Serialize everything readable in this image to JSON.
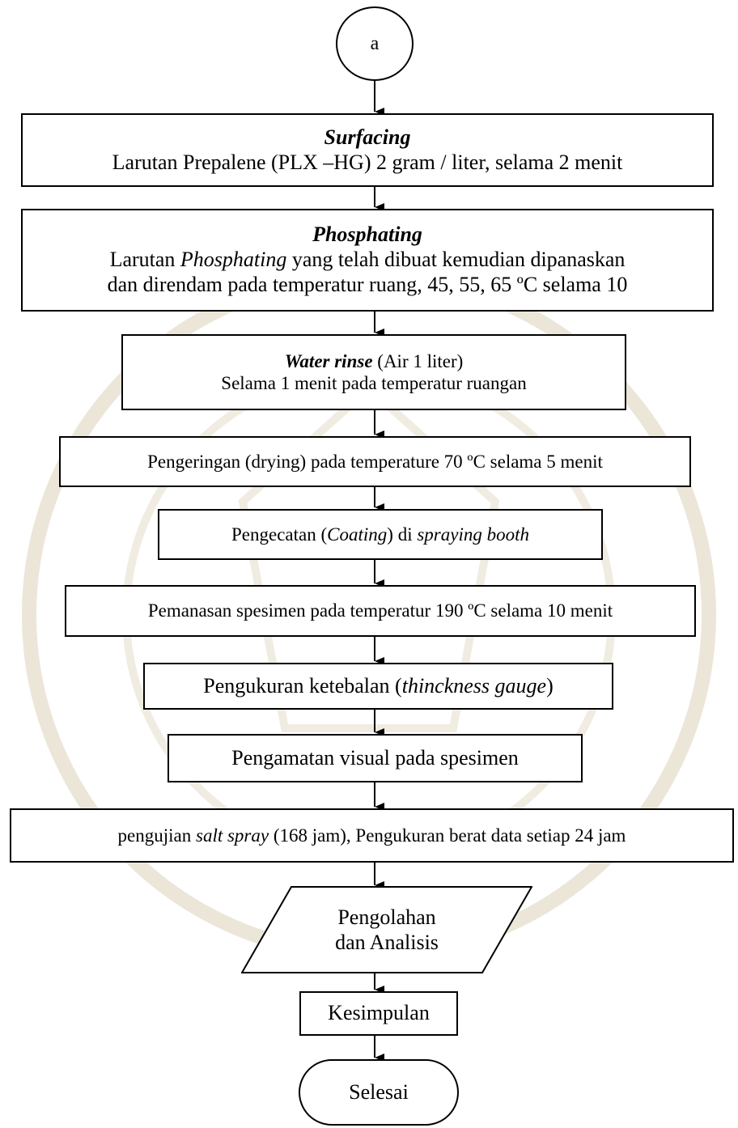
{
  "flowchart": {
    "connector": "a",
    "surfacing": {
      "title": "Surfacing",
      "text": "Larutan Prepalene (PLX –HG) 2 gram / liter, selama 2 menit"
    },
    "phosphating": {
      "title": "Phosphating",
      "line1_pre": "Larutan ",
      "line1_em": "Phosphating",
      "line1_post": " yang telah dibuat kemudian dipanaskan",
      "line2": "dan direndam pada temperatur ruang, 45, 55, 65 ºC selama 10"
    },
    "water_rinse": {
      "title": "Water rinse",
      "title_suffix": " (Air 1 liter)",
      "text": "Selama 1 menit pada temperatur ruangan"
    },
    "drying": {
      "text": "Pengeringan (drying) pada temperature 70 ºC selama 5 menit"
    },
    "coating": {
      "pre": "Pengecatan (",
      "em1": "Coating",
      "mid": ") di ",
      "em2": "spraying booth"
    },
    "heating": {
      "text": "Pemanasan spesimen pada temperatur 190 ºC selama 10 menit"
    },
    "thickness": {
      "pre": "Pengukuran ketebalan (",
      "em": "thinckness gauge",
      "post": ")"
    },
    "visual": {
      "text": "Pengamatan visual pada spesimen"
    },
    "salt_spray": {
      "pre": "pengujian ",
      "em": "salt spray",
      "post": " (168 jam), Pengukuran berat data setiap 24 jam"
    },
    "analysis": {
      "line1": "Pengolahan",
      "line2": "dan Analisis"
    },
    "conclusion": {
      "text": "Kesimpulan"
    },
    "end": {
      "text": "Selesai"
    }
  }
}
